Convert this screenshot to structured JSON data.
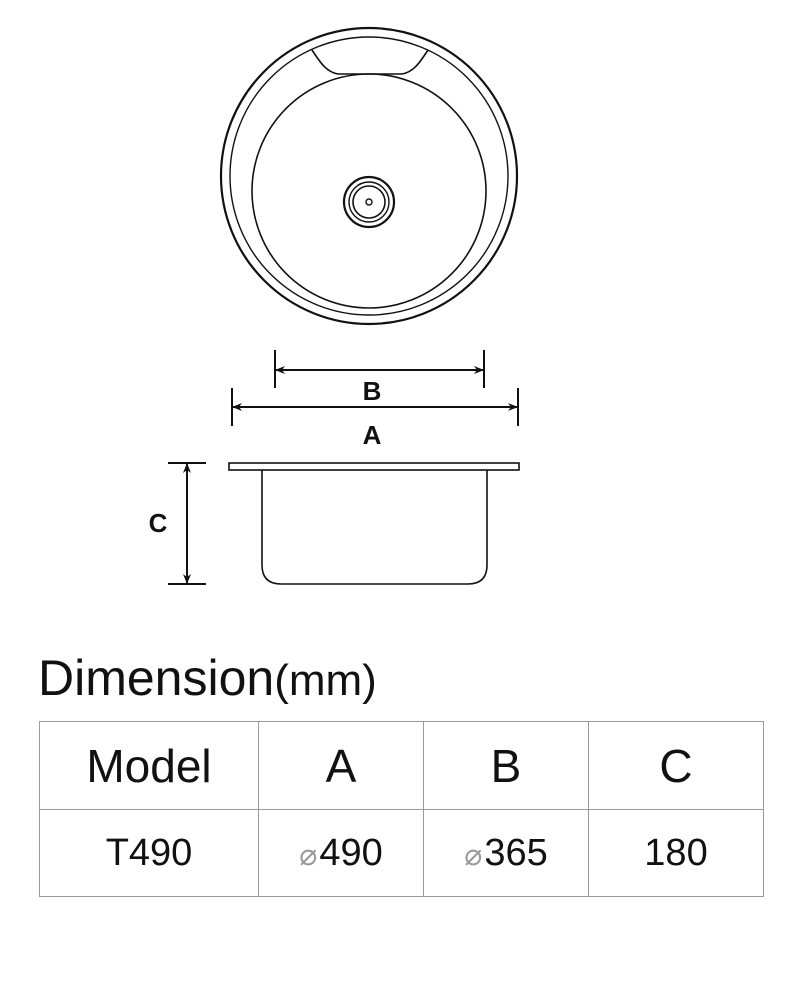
{
  "drawing": {
    "labels": {
      "a": "A",
      "b": "B",
      "c": "C"
    }
  },
  "title": {
    "main": "Dimension",
    "unit": "(mm)"
  },
  "table": {
    "headers": [
      "Model",
      "A",
      "B",
      "C"
    ],
    "diameter_symbol": "⌀",
    "row": {
      "model": "T490",
      "a": "490",
      "b": "365",
      "c": "180"
    }
  }
}
